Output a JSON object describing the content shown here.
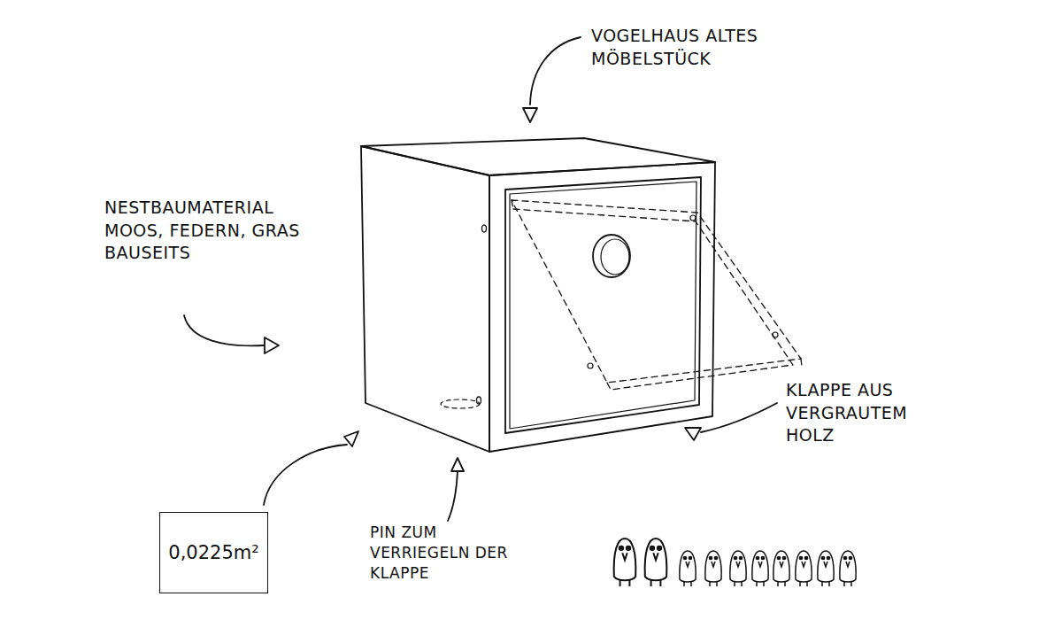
{
  "diagram": {
    "nodes": [
      {
        "text": [
          "0,0225m²"
        ]
      }
    ],
    "labels": [
      "VOGELHAUS ALTES MÖBELSTÜCK",
      "NESTBAUMATERIAL MOOS, FEDERN, GRAS BAUSEITS",
      "KLAPPE AUS VERGRAUTEM HOLZ",
      "PIN ZUM VERRIEGELN DER KLAPPE"
    ]
  }
}
